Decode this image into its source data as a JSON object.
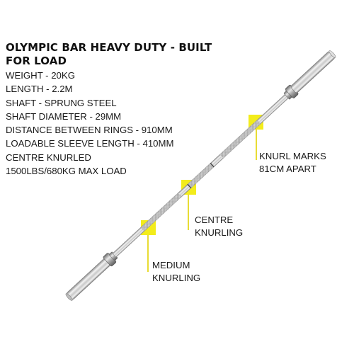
{
  "heading": {
    "line1": "OLYMPIC BAR HEAVY DUTY - BUILT",
    "line2": "FOR LOAD"
  },
  "specs": [
    "WEIGHT - 20KG",
    "LENGTH - 2.2M",
    "SHAFT - SPRUNG STEEL",
    "SHAFT DIAMETER - 29MM",
    "DISTANCE BETWEEN RINGS - 910MM",
    "LOADABLE SLEEVE LENGTH - 410MM",
    "CENTRE KNURLED",
    "1500LBS/680KG MAX LOAD"
  ],
  "callouts": {
    "knurl_marks": {
      "line1": "KNURL MARKS",
      "line2": "81CM APART"
    },
    "centre_knurling": {
      "line1": "CENTRE",
      "line2": "KNURLING"
    },
    "medium_knurling": {
      "line1": "MEDIUM",
      "line2": "KNURLING"
    }
  },
  "colors": {
    "highlight": "#f3ec1b",
    "leader_line": "#e2d400",
    "chrome_light": "#f4f4f4",
    "chrome_dark": "#8c8c8c",
    "text": "#1a1a1a"
  },
  "image": {
    "subject": "olympic-barbell-diagonal"
  }
}
